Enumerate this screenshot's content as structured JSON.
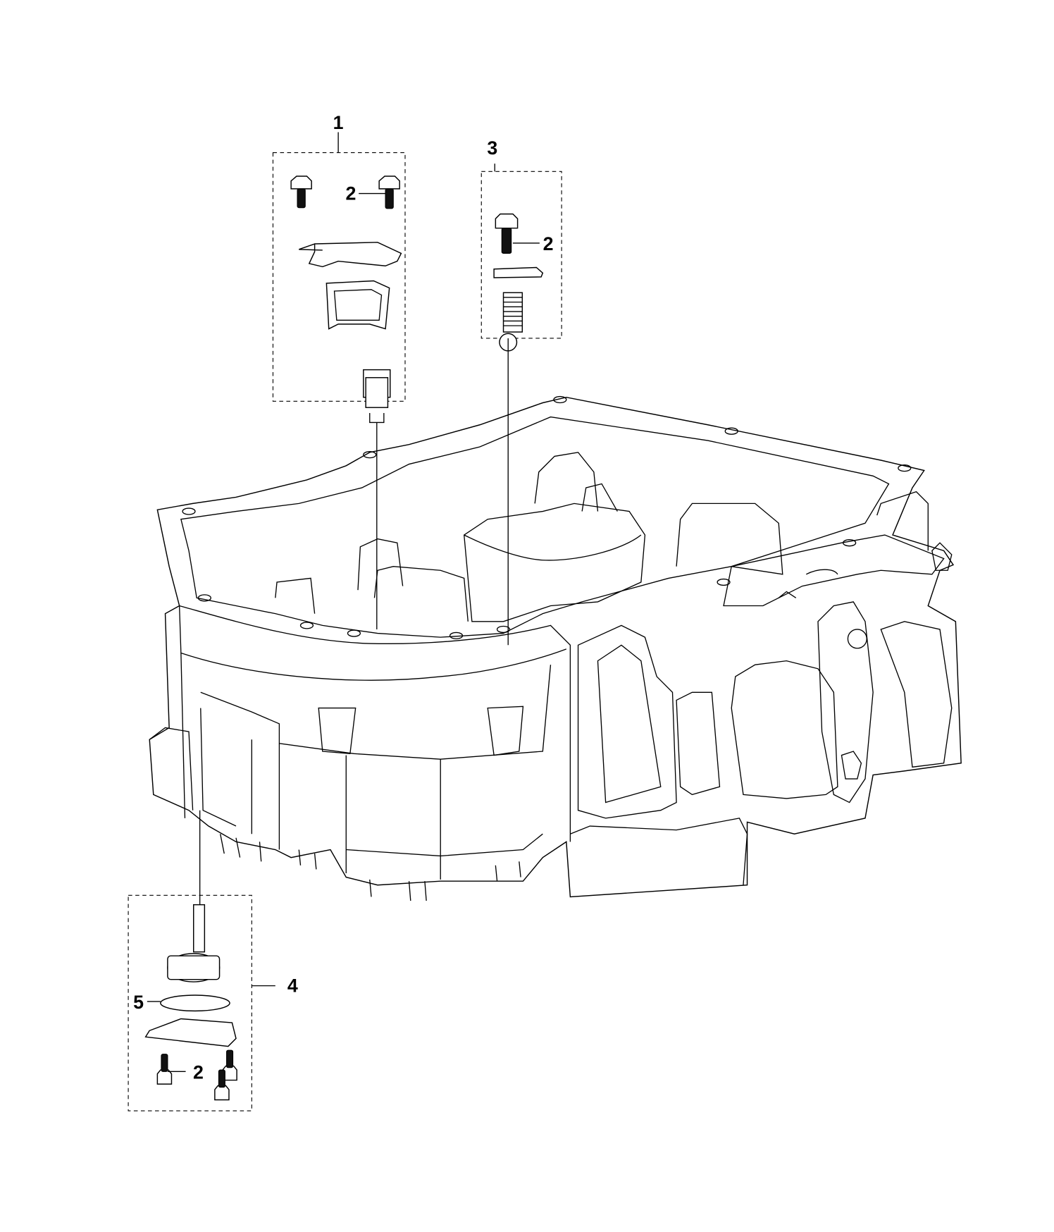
{
  "diagram": {
    "callouts": [
      {
        "id": "1",
        "label": "1"
      },
      {
        "id": "2a",
        "label": "2"
      },
      {
        "id": "3",
        "label": "3"
      },
      {
        "id": "2b",
        "label": "2"
      },
      {
        "id": "4",
        "label": "4"
      },
      {
        "id": "5",
        "label": "5"
      },
      {
        "id": "2c",
        "label": "2"
      }
    ]
  }
}
